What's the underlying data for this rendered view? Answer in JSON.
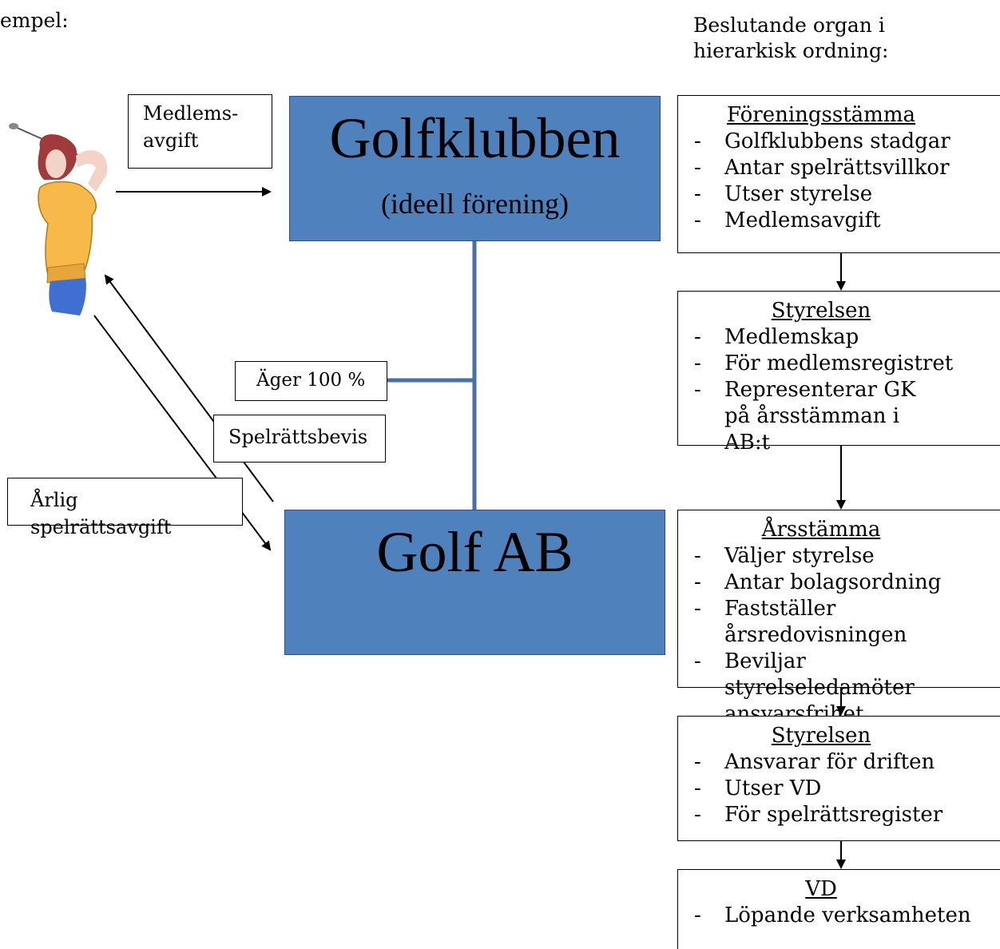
{
  "header": {
    "top_left_text": "empel:",
    "hierarchy_heading": "Beslutande organ i hierarkisk ordning:"
  },
  "entities": {
    "club": {
      "title": "Golfklubben",
      "subtitle": "(ideell förening)"
    },
    "company": {
      "title": "Golf AB"
    }
  },
  "flow_labels": {
    "membership_fee": "Medlems-avgift",
    "ownership": "Äger 100 %",
    "play_right_certificate": "Spelrättsbevis",
    "annual_fee": "Årlig spelrättsavgift"
  },
  "hierarchy": [
    {
      "title": "Föreningsstämma",
      "items": [
        "Golfklubbens stadgar",
        "Antar spelrättsvillkor",
        "Utser styrelse",
        "Medlemsavgift"
      ]
    },
    {
      "title": "Styrelsen",
      "items": [
        "Medlemskap",
        "För medlemsregistret",
        "Representerar GK på årsstämman i AB:t"
      ]
    },
    {
      "title": "Årsstämma",
      "items": [
        "Väljer styrelse",
        "Antar bolagsordning",
        "Fastställer årsredovisningen",
        "Beviljar styrelseledamöter ansvarsfrihet"
      ]
    },
    {
      "title": "Styrelsen",
      "items": [
        "Ansvarar för driften",
        "Utser VD",
        "För spelrättsregister"
      ]
    },
    {
      "title": "VD",
      "items": [
        "Löpande verksamheten"
      ]
    }
  ],
  "colors": {
    "entity_fill": "#4f81bd",
    "connector": "#4a6fa5"
  },
  "icons": {
    "golfer": "golfer-illustration"
  }
}
